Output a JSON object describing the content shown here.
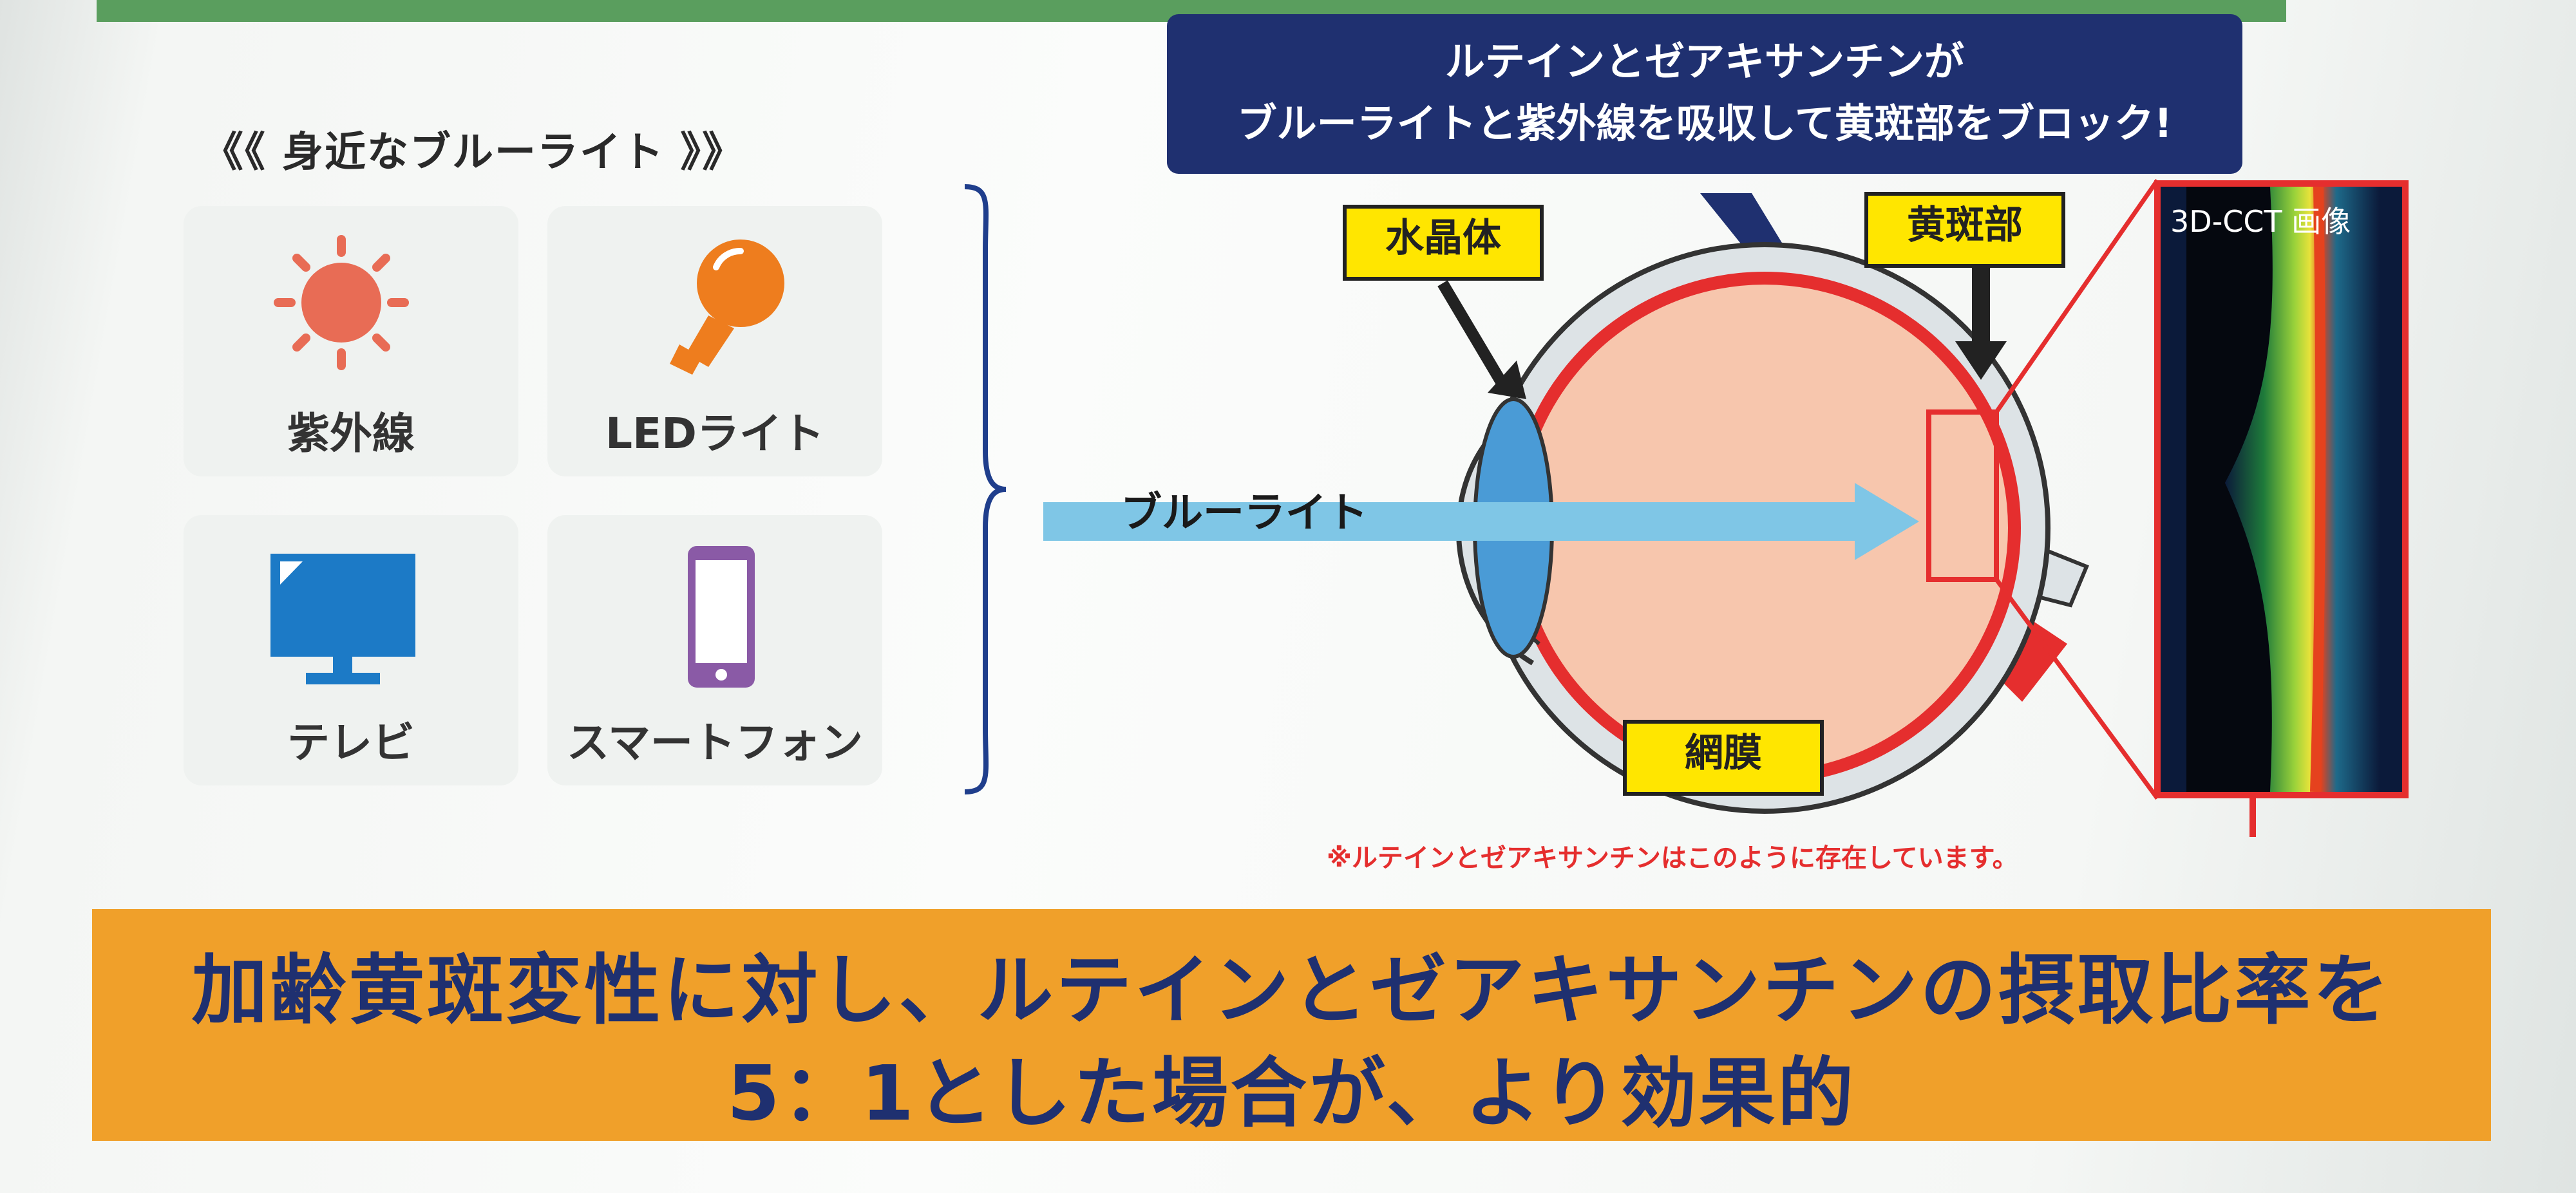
{
  "panel": {
    "title": "《《 身近なブルーライト 》》",
    "sources": [
      {
        "label": "紫外線",
        "icon": "sun-icon"
      },
      {
        "label": "LEDライト",
        "icon": "lightbulb-icon"
      },
      {
        "label": "テレビ",
        "icon": "tv-icon"
      },
      {
        "label": "スマートフォン",
        "icon": "smartphone-icon"
      }
    ]
  },
  "diagram": {
    "callout_line1": "ルテインとゼアキサンチンが",
    "callout_line2": "ブルーライトと紫外線を吸収して黄斑部をブロック!",
    "labels": {
      "lens": "水晶体",
      "macula": "黄斑部",
      "retina": "網膜",
      "arrow": "ブルーライト"
    },
    "oct_label": "3D-CCT 画像",
    "footnote": "※ルテインとゼアキサンチンはこのように存在しています。"
  },
  "banner": {
    "line1": "加齢黄斑変性に対し、ルテインとゼアキサンチンの摂取比率を",
    "line2": "5：1とした場合が、より効果的"
  },
  "colors": {
    "navy": "#1f3070",
    "orange": "#f0a02a",
    "yellow": "#ffe600",
    "red": "#e52e2e",
    "arrow_blue": "#7fc6e6",
    "eye_flesh": "#f7c6ad"
  }
}
